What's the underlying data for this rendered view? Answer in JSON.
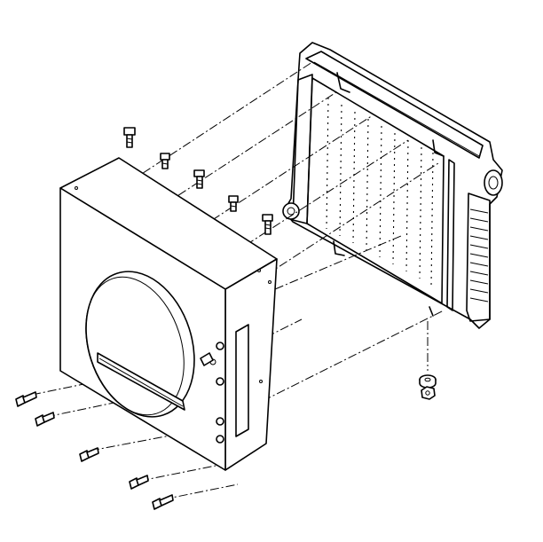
{
  "diagram": {
    "parts": [
      {
        "name": "fan-shroud"
      },
      {
        "name": "radiator"
      },
      {
        "name": "upper-bolts",
        "count": 5
      },
      {
        "name": "lower-bolts",
        "count": 5
      },
      {
        "name": "mount-bolt"
      },
      {
        "name": "washer"
      },
      {
        "name": "nut"
      }
    ],
    "line_color": "#000000",
    "background_color": "#ffffff"
  }
}
